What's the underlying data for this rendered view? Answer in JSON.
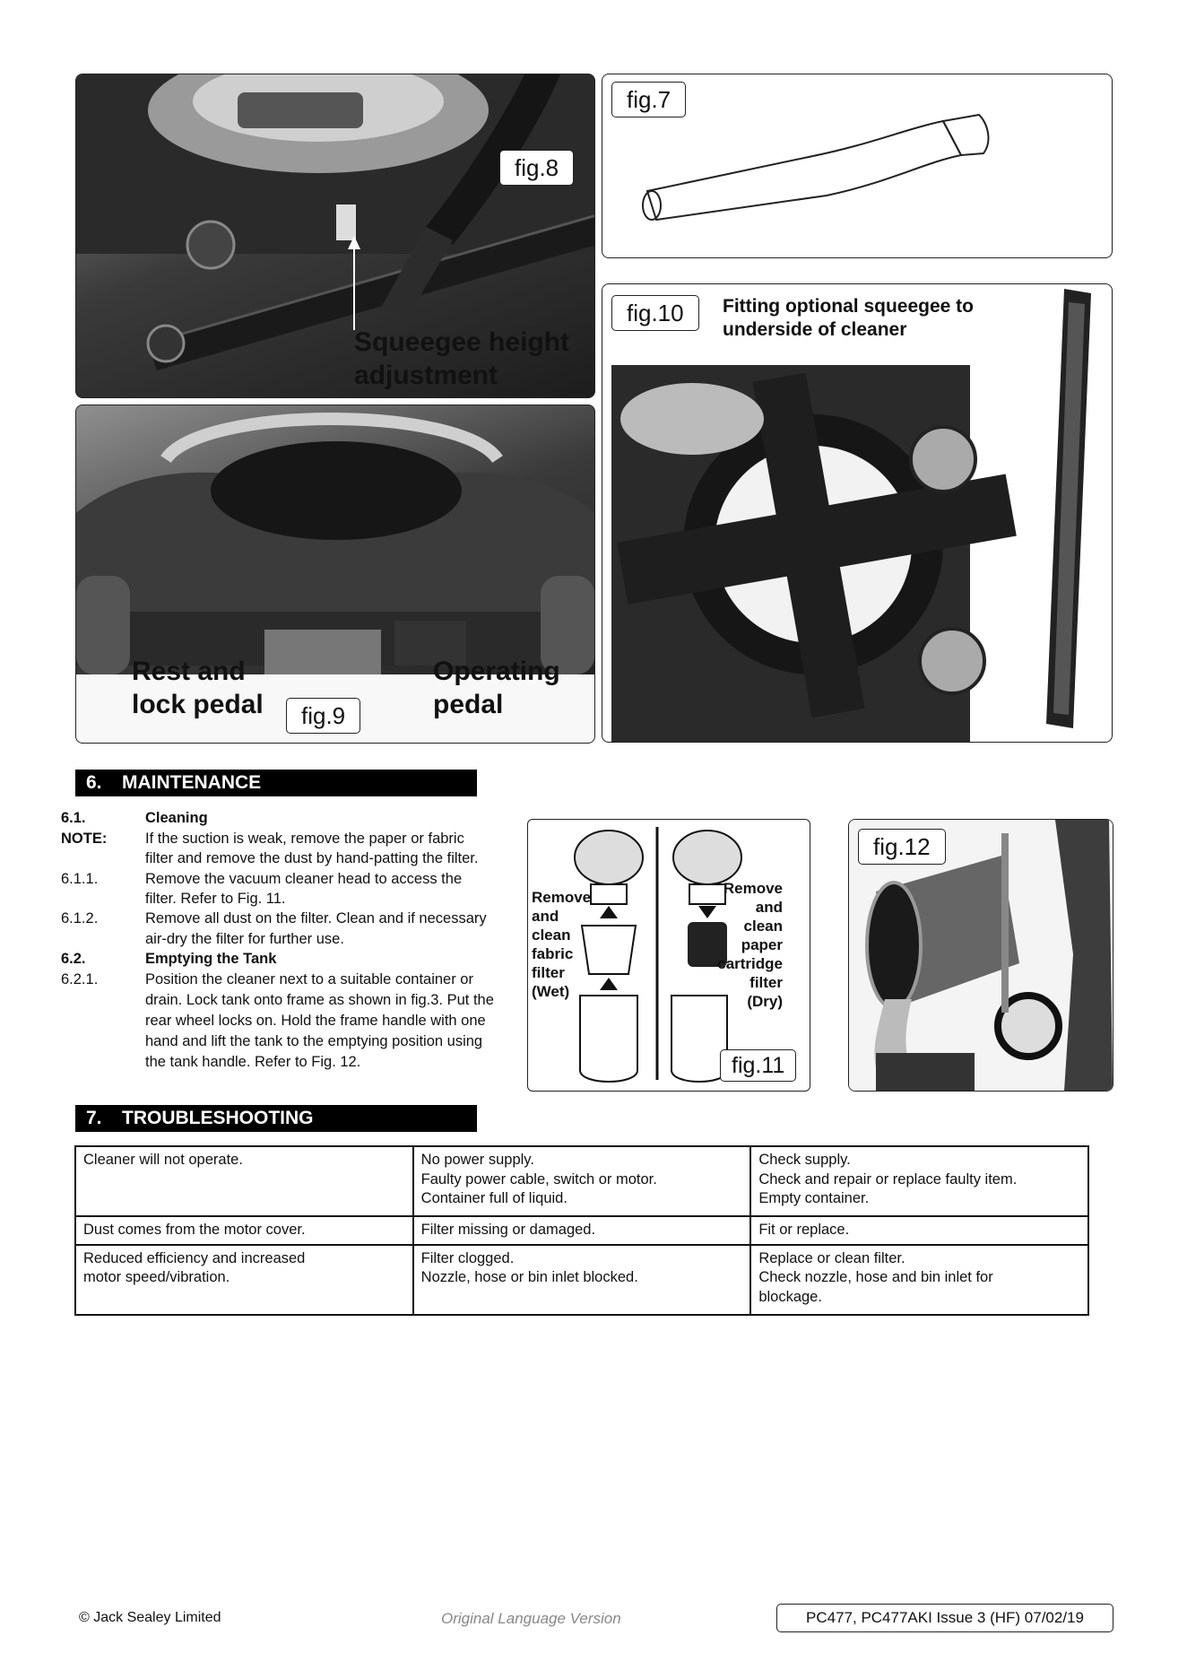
{
  "figures": {
    "fig8": {
      "label": "fig.8",
      "caption_line1": "Squeegee height",
      "caption_line2": "adjustment"
    },
    "fig7": {
      "label": "fig.7"
    },
    "fig10": {
      "label": "fig.10",
      "caption_line1": "Fitting optional squeegee to",
      "caption_line2": "underside of cleaner"
    },
    "fig9": {
      "label": "fig.9",
      "left_line1": "Rest and",
      "left_line2": "lock pedal",
      "right_line1": "Operating",
      "right_line2": "pedal"
    },
    "fig11": {
      "label": "fig.11",
      "left_text": [
        "Remove",
        "and",
        "clean",
        "fabric",
        "filter",
        "(Wet)"
      ],
      "right_text": [
        "Remove",
        "and",
        "clean",
        "paper",
        "cartridge",
        "filter",
        "(Dry)"
      ]
    },
    "fig12": {
      "label": "fig.12"
    }
  },
  "maintenance": {
    "number": "6.",
    "title": "MAINTENANCE",
    "rows": [
      {
        "key": "6.1.",
        "text": "Cleaning",
        "bold": true
      },
      {
        "key": "NOTE:",
        "text": "If the suction is weak, remove the paper or fabric",
        "bold_key": true
      },
      {
        "key": "",
        "text": "filter and remove the dust by hand-patting the filter."
      },
      {
        "key": "6.1.1.",
        "text": "Remove the vacuum cleaner head to access the"
      },
      {
        "key": "",
        "text": "filter. Refer to Fig. 11."
      },
      {
        "key": "6.1.2.",
        "text": "Remove all dust on the filter. Clean and if necessary"
      },
      {
        "key": "",
        "text": "air-dry the filter for further use."
      },
      {
        "key": "6.2.",
        "text": "Emptying the Tank",
        "bold": true
      },
      {
        "key": "6.2.1.",
        "text": "Position the cleaner next to a suitable container or"
      },
      {
        "key": "",
        "text": "drain. Lock tank onto frame as shown in fig.3. Put the"
      },
      {
        "key": "",
        "text": "rear wheel locks on. Hold the frame handle with one"
      },
      {
        "key": "",
        "text": "hand and lift the tank to the emptying position using"
      },
      {
        "key": "",
        "text": "the tank handle. Refer to Fig. 12."
      }
    ]
  },
  "troubleshooting": {
    "number": "7.",
    "title": "TROUBLESHOOTING",
    "rows": [
      {
        "problem": [
          "Cleaner will not operate."
        ],
        "cause": [
          "No power supply.",
          "Faulty power cable, switch or motor.",
          "Container full of liquid."
        ],
        "remedy": [
          "Check supply.",
          "Check and repair or replace faulty item.",
          "Empty container."
        ]
      },
      {
        "problem": [
          "Dust comes from the motor cover."
        ],
        "cause": [
          "Filter missing or damaged."
        ],
        "remedy": [
          "Fit or replace."
        ]
      },
      {
        "problem": [
          "Reduced efficiency and increased",
          "motor speed/vibration."
        ],
        "cause": [
          "Filter clogged.",
          "Nozzle, hose or bin inlet blocked."
        ],
        "remedy": [
          "Replace or clean filter.",
          "Check nozzle, hose and bin inlet for",
          "blockage."
        ]
      }
    ]
  },
  "footer": {
    "copyright": "© Jack Sealey Limited",
    "language": "Original Language Version",
    "issue": "PC477, PC477AKI Issue 3 (HF) 07/02/19"
  }
}
